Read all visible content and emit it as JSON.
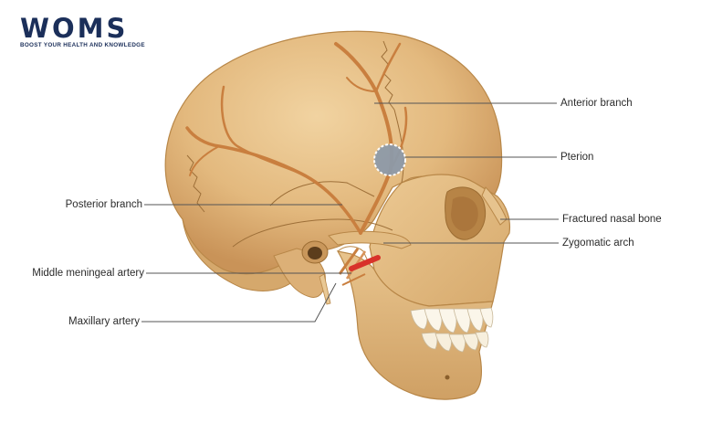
{
  "logo": {
    "title": "WOMS",
    "tagline": "BOOST YOUR HEALTH AND KNOWLEDGE",
    "color": "#1b2f5a"
  },
  "labels": {
    "anterior_branch": "Anterior branch",
    "pterion": "Pterion",
    "posterior_branch": "Posterior branch",
    "fractured_nasal_bone": "Fractured nasal bone",
    "zygomatic_arch": "Zygomatic arch",
    "middle_meningeal_artery": "Middle meningeal artery",
    "maxillary_artery": "Maxillary artery"
  },
  "colors": {
    "bone": "#e7c48f",
    "bone_shadow": "#c99b5e",
    "artery": "#c97f3f",
    "pterion_marker": "#8e9aa8",
    "leader_line": "#555555",
    "wound": "#d8322a"
  }
}
